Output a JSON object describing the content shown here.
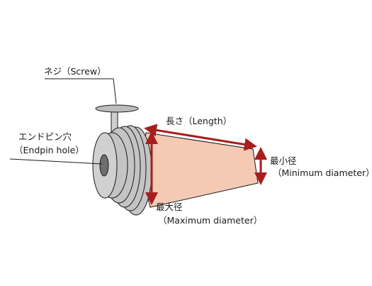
{
  "labels": {
    "screw": "ネジ（Screw）",
    "length": "長さ（Length）",
    "endpin_hole_jp": "エンドピン穴",
    "endpin_hole_en": "（Endpin hole）",
    "min_diameter_jp": "最小径",
    "min_diameter_en": "（Minimum diameter）",
    "max_diameter_jp": "最大径",
    "max_diameter_en": "（Maximum diameter）"
  },
  "colors": {
    "cone_fill": "#f5cab4",
    "arrow": "#a61e1e",
    "disc": "#bdbdbd",
    "outline": "#1a1a1a"
  }
}
